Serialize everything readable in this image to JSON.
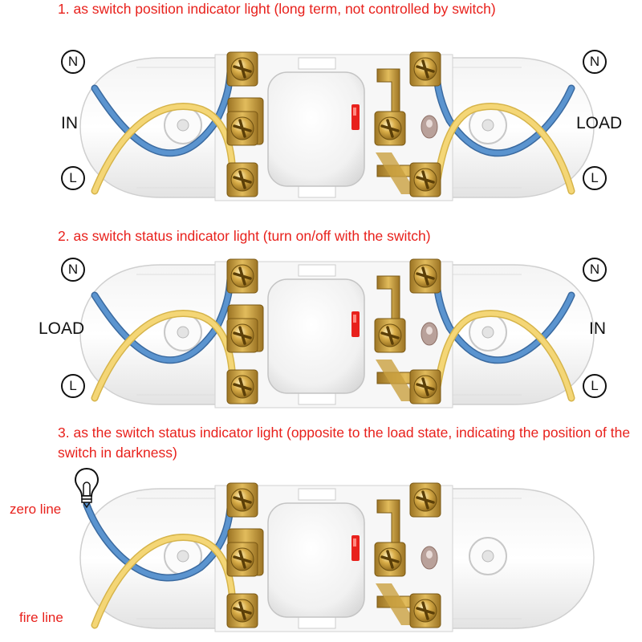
{
  "headings": {
    "h1": "1. as switch position indicator light (long term, not controlled by switch)",
    "h2": "2. as switch status indicator light (turn on/off with the switch)",
    "h3": "3. as the switch status indicator light (opposite to the load state, indicating the position of the switch in darkness)"
  },
  "panel1": {
    "terminal_top": "N",
    "terminal_bottom": "L",
    "left_label": "IN",
    "right_label": "LOAD"
  },
  "panel2": {
    "terminal_top": "N",
    "terminal_bottom": "L",
    "left_label": "LOAD",
    "right_label": "IN"
  },
  "panel3": {
    "zero_label": "zero line",
    "fire_label": "fire line",
    "bulb_icon": "light-bulb-icon"
  },
  "colors": {
    "heading_red": "#e8211c",
    "wire_blue": "#4a86c2",
    "wire_yellow": "#f2d26a",
    "brass": "#c9a040"
  }
}
